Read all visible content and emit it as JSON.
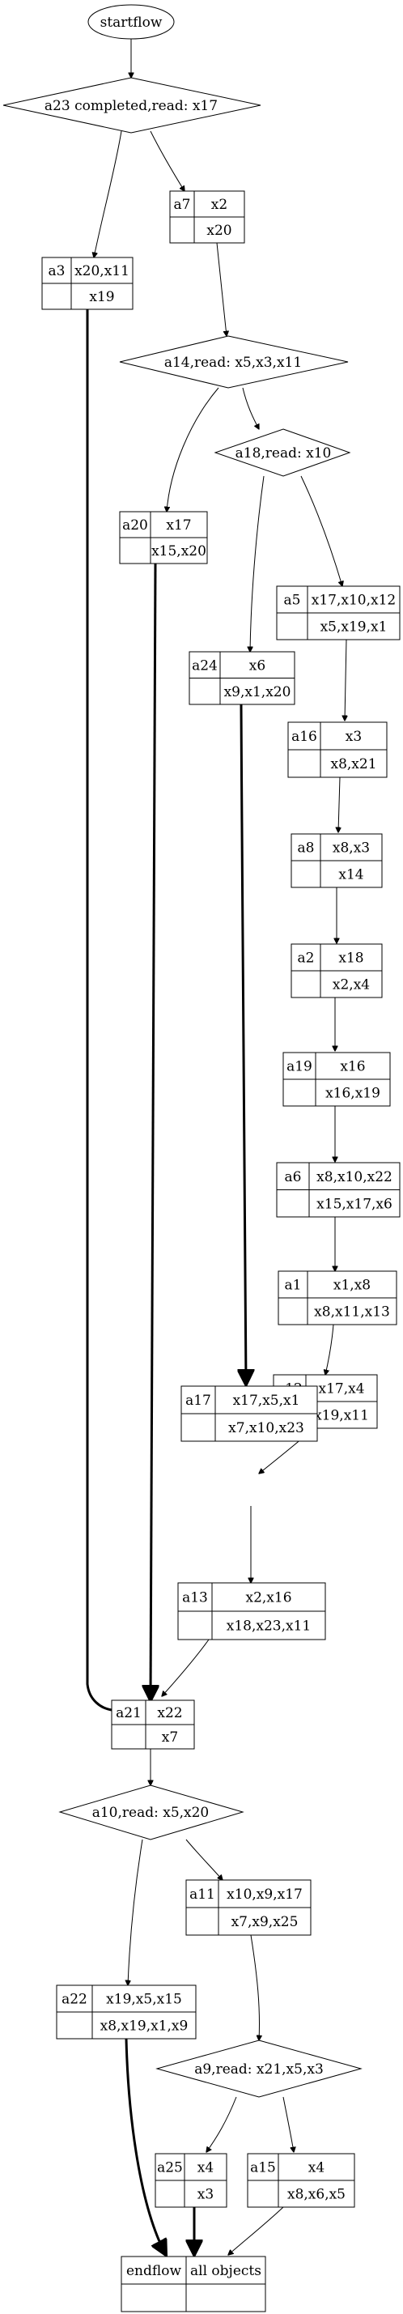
{
  "flow": {
    "start": "startflow",
    "decisions": {
      "d1": "a23 completed,read: x17",
      "d2": "a14,read: x5,x3,x11",
      "d3": "a18,read: x10",
      "d4": "a10,read: x5,x20",
      "d5": "a9,read: x21,x5,x3"
    },
    "nodes": {
      "a7": {
        "id": "a7",
        "reads": "x2",
        "writes": "x20"
      },
      "a3": {
        "id": "a3",
        "reads": "x20,x11",
        "writes": "x19"
      },
      "a20": {
        "id": "a20",
        "reads": "x17",
        "writes": "x15,x20"
      },
      "a5": {
        "id": "a5",
        "reads": "x17,x10,x12",
        "writes": "x5,x19,x1"
      },
      "a24": {
        "id": "a24",
        "reads": "x6",
        "writes": "x9,x1,x20"
      },
      "a16": {
        "id": "a16",
        "reads": "x3",
        "writes": "x8,x21"
      },
      "a8": {
        "id": "a8",
        "reads": "x8,x3",
        "writes": "x14"
      },
      "a2": {
        "id": "a2",
        "reads": "x18",
        "writes": "x2,x4"
      },
      "a19": {
        "id": "a19",
        "reads": "x16",
        "writes": "x16,x19"
      },
      "a6": {
        "id": "a6",
        "reads": "x8,x10,x22",
        "writes": "x15,x17,x6"
      },
      "a1": {
        "id": "a1",
        "reads": "x1,x8",
        "writes": "x8,x11,x13"
      },
      "a12": {
        "id": "a12",
        "reads": "x17,x4",
        "writes": "x19,x11"
      },
      "a17": {
        "id": "a17",
        "reads": "x17,x5,x1",
        "writes": "x7,x10,x23"
      },
      "a13": {
        "id": "a13",
        "reads": "x2,x16",
        "writes": "x18,x23,x11"
      },
      "a21": {
        "id": "a21",
        "reads": "x22",
        "writes": "x7"
      },
      "a11": {
        "id": "a11",
        "reads": "x10,x9,x17",
        "writes": "x7,x9,x25"
      },
      "a22": {
        "id": "a22",
        "reads": "x19,x5,x15",
        "writes": "x8,x19,x1,x9"
      },
      "a25": {
        "id": "a25",
        "reads": "x4",
        "writes": "x3"
      },
      "a15": {
        "id": "a15",
        "reads": "x4",
        "writes": "x8,x6,x5"
      }
    },
    "end": {
      "left": "endflow",
      "right": "all objects"
    }
  }
}
